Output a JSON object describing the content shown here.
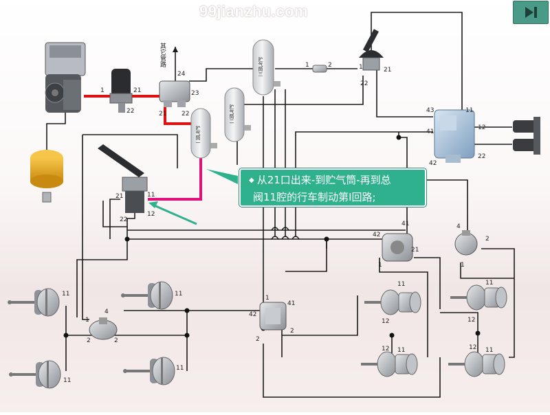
{
  "watermark": "99jianzhu.com",
  "next_button": {
    "icon": "next-slide-icon",
    "color": "#4a9a88"
  },
  "callout": {
    "line1": "从21口出来-到贮气筒-再到总",
    "line2": "阀11腔的行车制动第I回路;",
    "color": "#2fb18d"
  },
  "tanks": {
    "tank1": "贮气筒一",
    "tank2": "贮气筒二",
    "tank3": "贮气筒三"
  },
  "other_circuit": "其它管路",
  "pipe_colors": {
    "normal": "#1a1a1a",
    "red": "#e01010",
    "magenta": "#e0127a"
  },
  "ports": {
    "dryer_in": "1",
    "dryer_out": "21",
    "dryer_22": "22",
    "pv_24": "24",
    "pv_23": "23",
    "pv_21": "21",
    "pv_22": "22",
    "c1": "1",
    "c2": "2",
    "hand_1": "1",
    "hand_21": "21",
    "hand_22": "22",
    "bv_43": "43",
    "bv_11": "11",
    "bv_41": "41",
    "bv_42": "42",
    "bv_12": "12",
    "bv_22": "22",
    "fv_21": "21",
    "fv_11": "11",
    "fv_22": "22",
    "fv_12": "12",
    "rv_42": "42",
    "rv_41": "41",
    "rv_21": "21",
    "rv_1": "1",
    "lv_4": "4",
    "lv_2": "2",
    "lv_1": "1",
    "qr_4": "4",
    "qr_1": "1",
    "qr_2a": "2",
    "qr_2b": "2",
    "r2_1": "1",
    "r2_41": "41",
    "r2_42": "42",
    "r2_2": "2",
    "r2_2b": "2",
    "ch_11": "11",
    "ch_12": "12"
  }
}
